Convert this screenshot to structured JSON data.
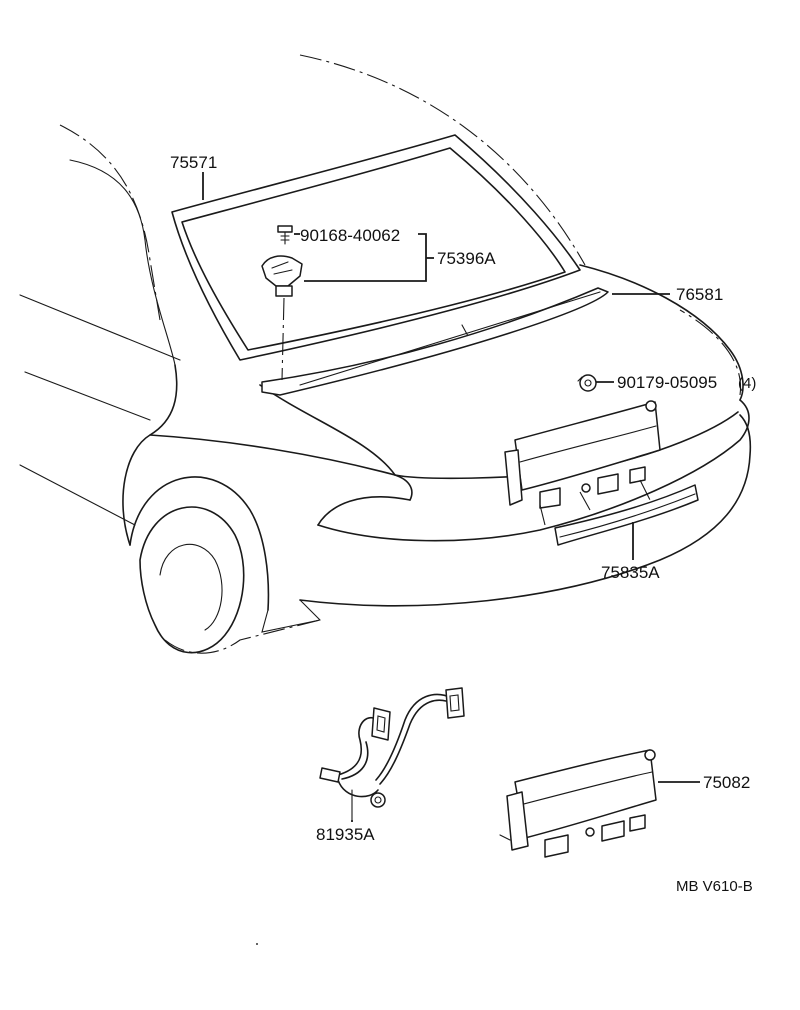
{
  "parts": {
    "p75571": "75571",
    "p90168": "90168-40062",
    "p75396A": "75396A",
    "p76581": "76581",
    "p90179": "90179-05095",
    "p90179_qty": "(4)",
    "p75835A": "75835A",
    "p81935A": "81935A",
    "p75082": "75082"
  },
  "diagram_code": "MB V610-B"
}
